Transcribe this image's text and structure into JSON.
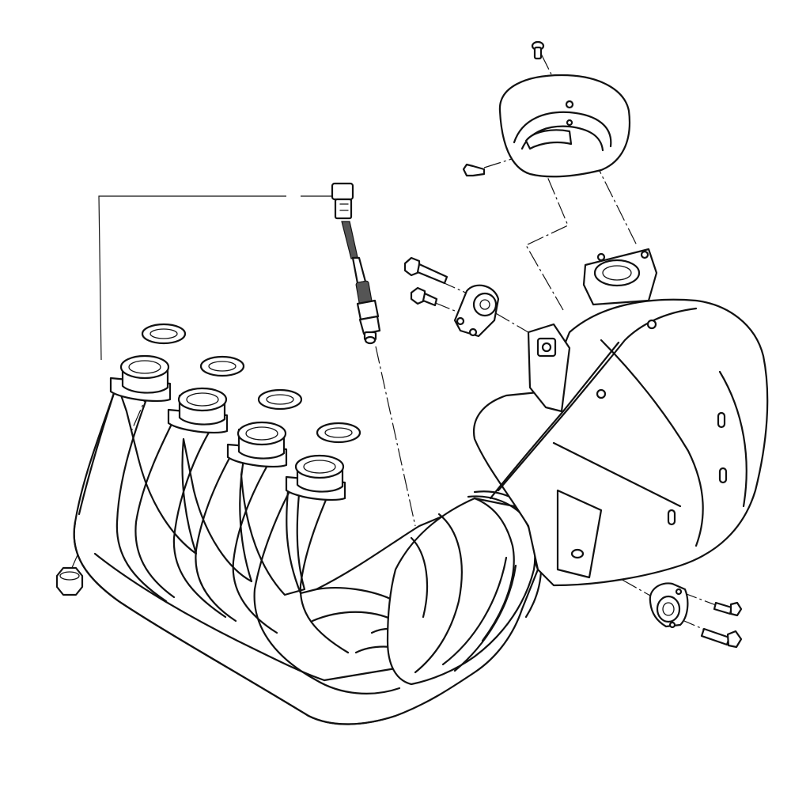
{
  "diagram": {
    "kind": "exploded-parts-view",
    "parts": [
      "exhaust-header-pipes",
      "header-gaskets",
      "header-nut",
      "oxygen-sensor",
      "catalytic-converter",
      "muffler-body",
      "muffler-end-cap",
      "muffler-mounting-bracket",
      "rear-mounting-bracket",
      "bolts",
      "end-cap-screw"
    ],
    "colors": {
      "line": "#111111",
      "background": "#ffffff",
      "shade": "#555555"
    }
  }
}
